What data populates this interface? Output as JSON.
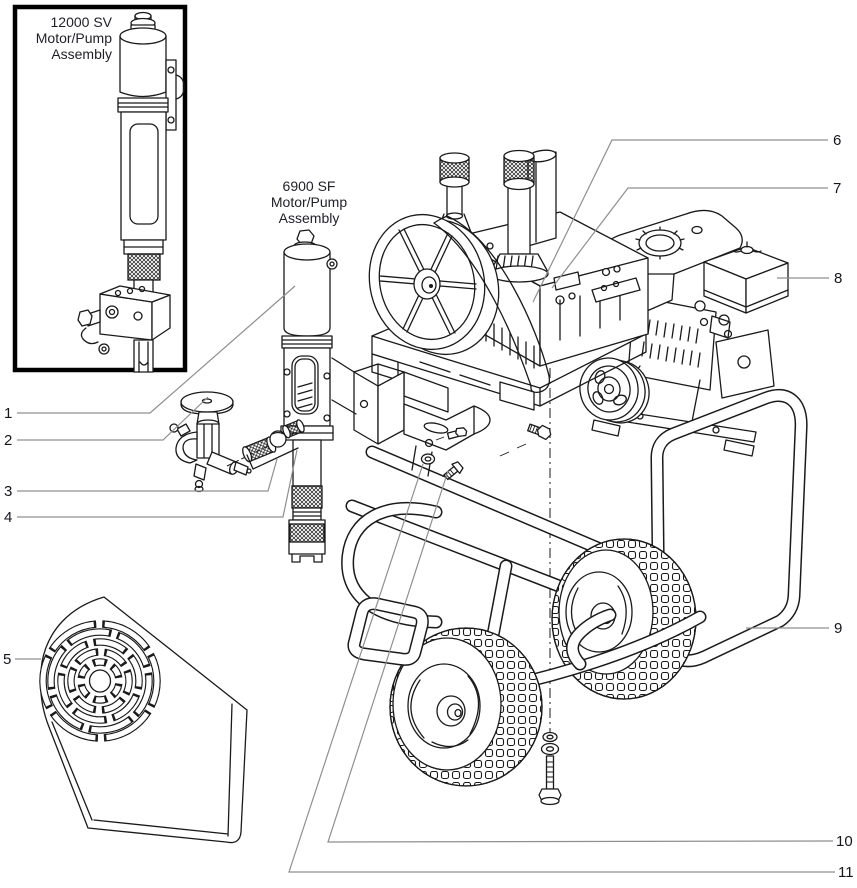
{
  "diagram": {
    "inset_label": "12000 SV\nMotor/Pump\nAssembly",
    "pump_label": "6900 SF\nMotor/Pump\nAssembly",
    "callouts": [
      {
        "number": "1"
      },
      {
        "number": "2"
      },
      {
        "number": "3"
      },
      {
        "number": "4"
      },
      {
        "number": "5"
      },
      {
        "number": "6"
      },
      {
        "number": "7"
      },
      {
        "number": "8"
      },
      {
        "number": "9"
      },
      {
        "number": "10"
      },
      {
        "number": "11"
      }
    ]
  },
  "colors": {
    "drawing_line": "#1a1a1a",
    "leader_line": "#8f8f8f",
    "text": "#1f1f28",
    "inset_border": "#000000",
    "background": "#ffffff"
  }
}
